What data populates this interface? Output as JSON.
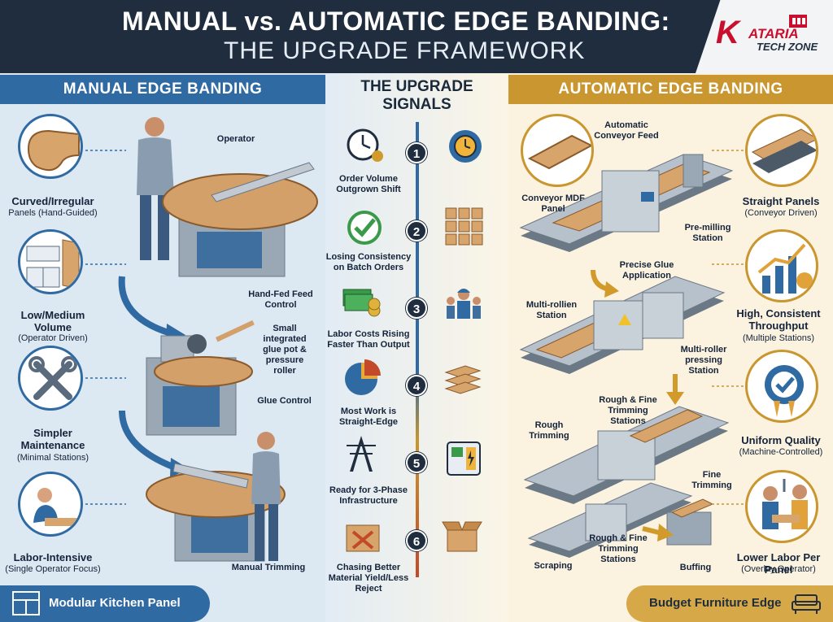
{
  "header": {
    "title_part1": "MANUAL vs. AUTOMATIC EDGE BANDING:",
    "title_part2": "THE UPGRADE FRAMEWORK",
    "logo_mark": "K",
    "logo_line1": "ATARIA",
    "logo_line2": "TECH ZONE"
  },
  "left": {
    "banner": "MANUAL EDGE BANDING",
    "features": [
      {
        "title": "Curved/Irregular",
        "subtitle": "Panels (Hand-Guided)"
      },
      {
        "title": "Low/Medium Volume",
        "subtitle": "(Operator Driven)"
      },
      {
        "title": "Simpler Maintenance",
        "subtitle": "(Minimal Stations)"
      },
      {
        "title": "Labor-Intensive",
        "subtitle": "(Single Operator Focus)"
      }
    ],
    "machine_labels": {
      "operator": "Operator",
      "hand_fed": "Hand-Fed Feed Control",
      "glue_pot": "Small integrated glue pot & pressure roller",
      "glue_control": "Glue Control",
      "manual_trimming": "Manual Trimming"
    },
    "footer": "Modular Kitchen Panel"
  },
  "middle": {
    "title": "THE UPGRADE SIGNALS",
    "signals": [
      {
        "num": "1",
        "label": "Order Volume Outgrown Shift"
      },
      {
        "num": "2",
        "label": "Losing Consistency on Batch Orders"
      },
      {
        "num": "3",
        "label": "Labor Costs Rising Faster Than Output"
      },
      {
        "num": "4",
        "label": "Most Work is Straight-Edge"
      },
      {
        "num": "5",
        "label": "Ready for 3-Phase Infrastructure"
      },
      {
        "num": "6",
        "label": "Chasing Better Material Yield/Less Reject"
      }
    ]
  },
  "right": {
    "banner": "AUTOMATIC EDGE BANDING",
    "features": [
      {
        "title": "Straight Panels",
        "subtitle": "(Conveyor Driven)"
      },
      {
        "title": "High, Consistent Throughput",
        "subtitle": "(Multiple Stations)"
      },
      {
        "title": "Uniform Quality",
        "subtitle": "(Machine-Controlled)"
      },
      {
        "title": "Lower Labor Per Panel",
        "subtitle": "(Overlay Operator)"
      }
    ],
    "machine_labels": {
      "conveyor_feed": "Automatic Conveyor Feed",
      "mdf_panel": "Conveyor MDF Panel",
      "pre_milling": "Pre-milling Station",
      "glue_app": "Precise Glue Application",
      "multi_rollien": "Multi-rollien Station",
      "multi_roller": "Multi-roller pressing Station",
      "rough_fine_1": "Rough & Fine Trimming Stations",
      "rough_trimming": "Rough Trimming",
      "fine_trimming": "Fine Trimming",
      "rough_fine_2": "Rough & Fine Trimming Stations",
      "scraping": "Scraping",
      "buffing": "Buffing"
    },
    "footer": "Budget Furniture Edge"
  },
  "colors": {
    "navy": "#1f2d3f",
    "blue": "#2f6aa3",
    "gold": "#c9962f",
    "red": "#c8102e"
  }
}
